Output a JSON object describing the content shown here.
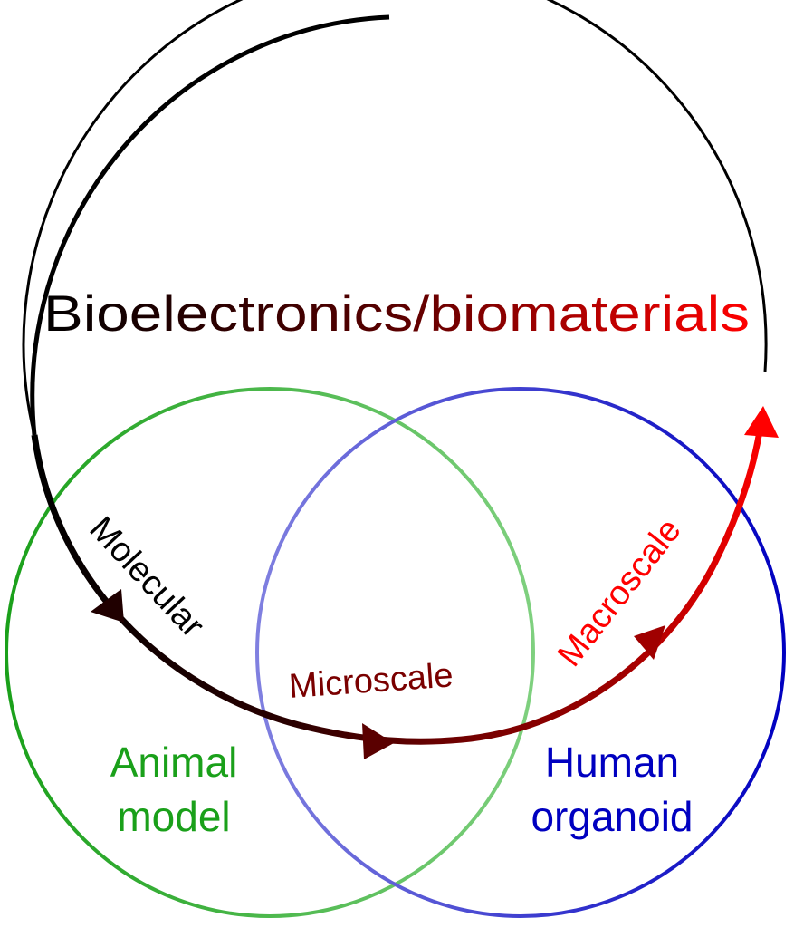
{
  "title": "Bioelectronics/biomaterials",
  "title_gradient": [
    "#000000",
    "#5a0000",
    "#ff0000"
  ],
  "circles": {
    "main": {
      "label": "Bioelectronics/biomaterials",
      "color": "#000000"
    },
    "animal": {
      "label_line1": "Animal",
      "label_line2": "model",
      "color": "#1aa01a",
      "light_color": "#7fd07f"
    },
    "human": {
      "label_line1": "Human",
      "label_line2": "organoid",
      "color": "#0000c0",
      "light_color": "#8080e0"
    }
  },
  "scale_arrow": {
    "stages": [
      {
        "label": "Molecular",
        "color": "#000000"
      },
      {
        "label": "Microscale",
        "color": "#7a0000"
      },
      {
        "label": "Macroscale",
        "color": "#ff0000"
      }
    ],
    "gradient": [
      "#000000",
      "#2a0000",
      "#6a0000",
      "#a00000",
      "#ff0000"
    ]
  }
}
